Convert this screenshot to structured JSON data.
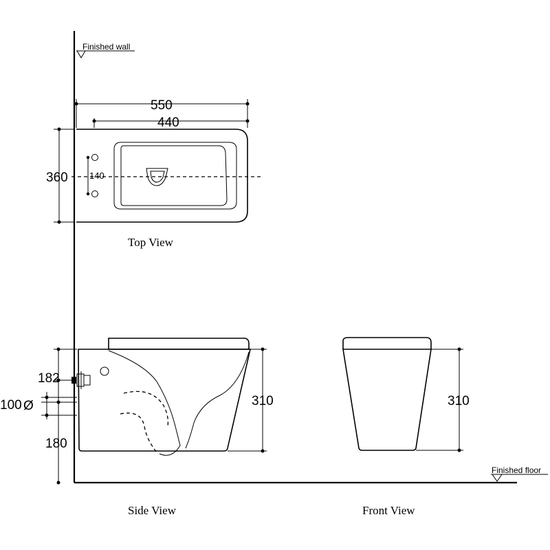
{
  "labels": {
    "finished_wall": "Finished wall",
    "finished_floor": "Finished floor",
    "top_view": "Top View",
    "side_view": "Side View",
    "front_view": "Front View"
  },
  "dimensions": {
    "total_length": "550",
    "bowl_length": "440",
    "width": "360",
    "bolt_spacing": "140",
    "side_height": "310",
    "front_height": "310",
    "bolt_height": "182",
    "waste_diameter": "100",
    "floor_clearance": "180"
  },
  "symbols": {
    "diameter": "Ø"
  }
}
